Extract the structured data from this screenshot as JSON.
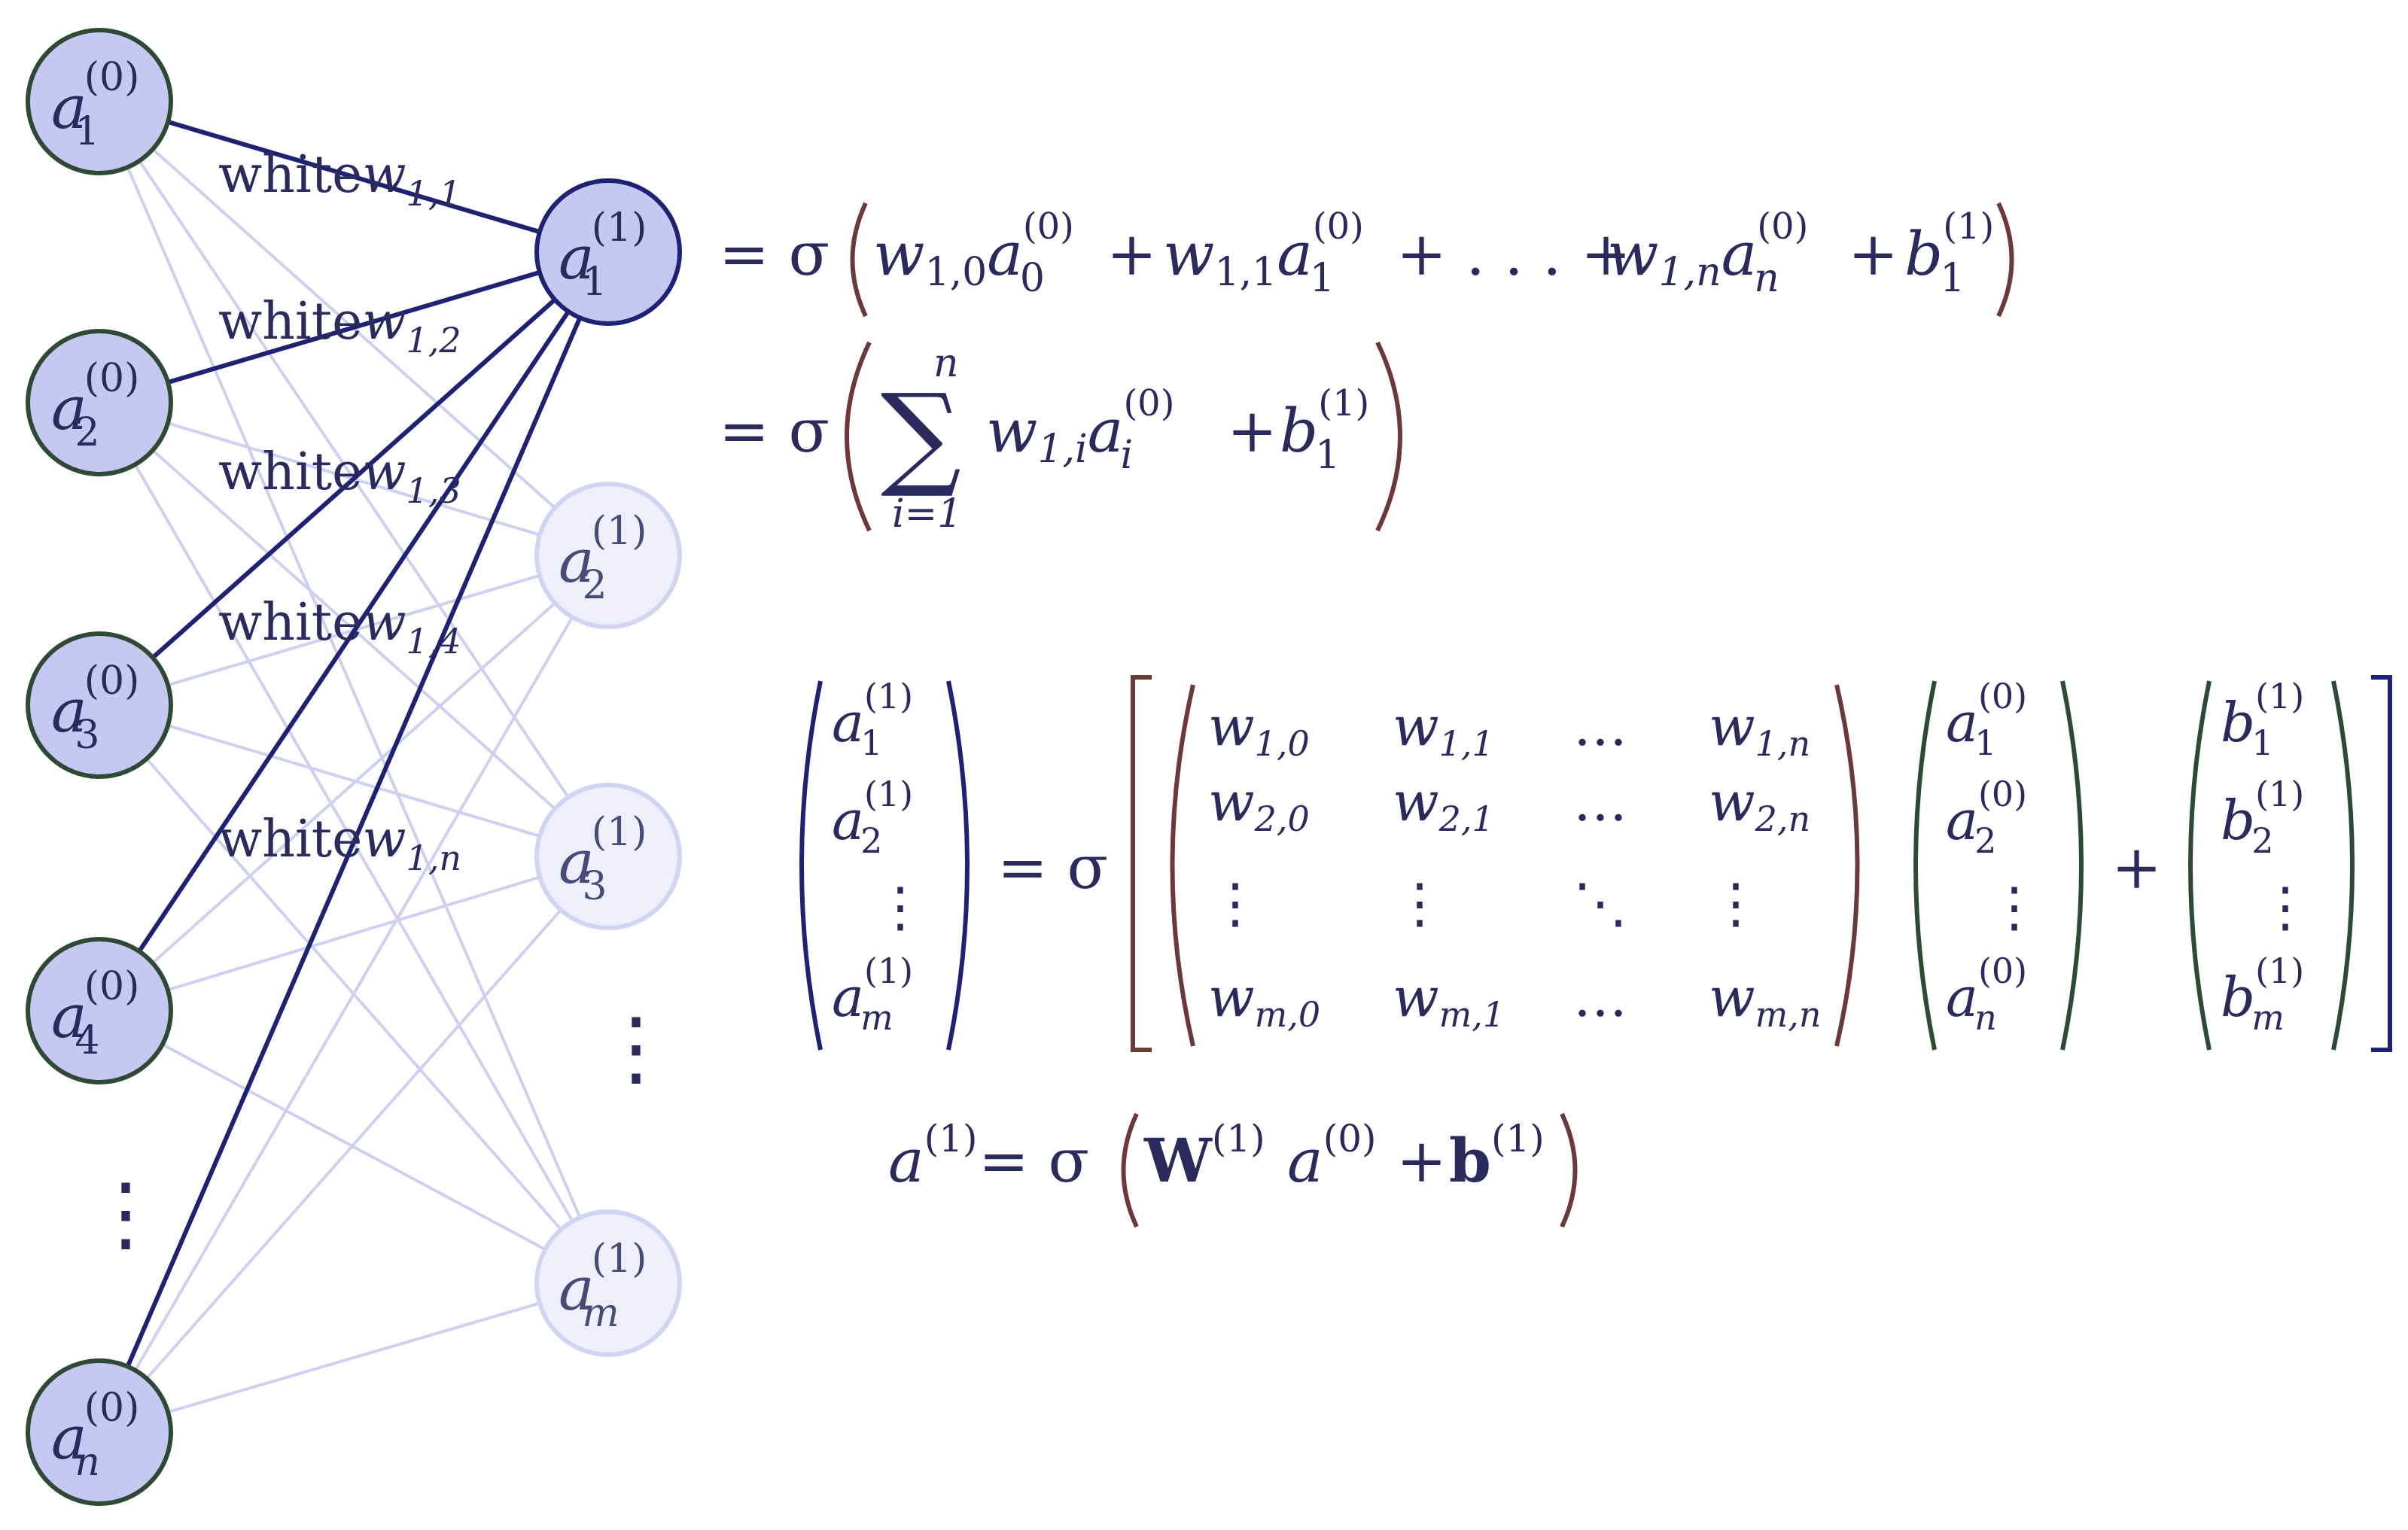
{
  "colors": {
    "active_node_fill": "#c5c8f0",
    "active_node_stroke": "#2f4a34",
    "inactive_node_fill": "#eeeffb",
    "inactive_node_stroke": "#d2d5f2",
    "active_edge": "#1e2272",
    "inactive_edge": "#cdd0ef",
    "text": "#2a2a5c",
    "bracket": "#6b3a38"
  },
  "input_layer": [
    {
      "base": "a",
      "sub": "1",
      "sup": "(0)"
    },
    {
      "base": "a",
      "sub": "2",
      "sup": "(0)"
    },
    {
      "base": "a",
      "sub": "3",
      "sup": "(0)"
    },
    {
      "base": "a",
      "sub": "4",
      "sup": "(0)"
    },
    {
      "base": "a",
      "sub": "n",
      "sup": "(0)"
    }
  ],
  "hidden_layer": [
    {
      "base": "a",
      "sub": "1",
      "sup": "(1)"
    },
    {
      "base": "a",
      "sub": "2",
      "sup": "(1)"
    },
    {
      "base": "a",
      "sub": "3",
      "sup": "(1)"
    },
    {
      "base": "a",
      "sub": "m",
      "sup": "(1)"
    }
  ],
  "input_ellipsis": "⋮",
  "hidden_ellipsis": "⋮",
  "edge_labels": [
    {
      "prefix": "white",
      "w": "w",
      "sub": "1,1"
    },
    {
      "prefix": "white",
      "w": "w",
      "sub": "1,2"
    },
    {
      "prefix": "white",
      "w": "w",
      "sub": "1,3"
    },
    {
      "prefix": "white",
      "w": "w",
      "sub": "1,4"
    },
    {
      "prefix": "white",
      "w": "w",
      "sub": "1,n"
    }
  ],
  "equations": {
    "eq1": {
      "equals": "= σ",
      "t1": {
        "w": "w",
        "wsub": "1,0",
        "a": "a",
        "asub": "0",
        "asup": "(0)"
      },
      "plus": "+",
      "t2": {
        "w": "w",
        "wsub": "1,1",
        "a": "a",
        "asub": "1",
        "asup": "(0)"
      },
      "dots": "+ . . . +",
      "t3": {
        "w": "w",
        "wsub": "1,n",
        "a": "a",
        "asub": "n",
        "asup": "(0)"
      },
      "bias": {
        "b": "b",
        "bsub": "1",
        "bsup": "(1)"
      }
    },
    "eq2": {
      "equals": "= σ",
      "sum": "∑",
      "sum_top": "n",
      "sum_bottom": "i=1",
      "term": {
        "w": "w",
        "wsub": "1,i",
        "a": "a",
        "asub": "i",
        "asup": "(0)"
      },
      "plus": "+",
      "bias": {
        "b": "b",
        "bsub": "1",
        "bsup": "(1)"
      }
    },
    "matrix_eq": {
      "lhs": [
        {
          "base": "a",
          "sub": "1",
          "sup": "(1)"
        },
        {
          "base": "a",
          "sub": "2",
          "sup": "(1)"
        },
        {
          "base": "⋮",
          "sub": "",
          "sup": ""
        },
        {
          "base": "a",
          "sub": "m",
          "sup": "(1)"
        }
      ],
      "equals": "= σ",
      "weights": [
        [
          {
            "base": "w",
            "sub": "1,0"
          },
          {
            "base": "w",
            "sub": "1,1"
          },
          {
            "base": "…",
            "sub": ""
          },
          {
            "base": "w",
            "sub": "1,n"
          }
        ],
        [
          {
            "base": "w",
            "sub": "2,0"
          },
          {
            "base": "w",
            "sub": "2,1"
          },
          {
            "base": "…",
            "sub": ""
          },
          {
            "base": "w",
            "sub": "2,n"
          }
        ],
        [
          {
            "base": "⋮",
            "sub": ""
          },
          {
            "base": "⋮",
            "sub": ""
          },
          {
            "base": "⋱",
            "sub": ""
          },
          {
            "base": "⋮",
            "sub": ""
          }
        ],
        [
          {
            "base": "w",
            "sub": "m,0"
          },
          {
            "base": "w",
            "sub": "m,1"
          },
          {
            "base": "…",
            "sub": ""
          },
          {
            "base": "w",
            "sub": "m,n"
          }
        ]
      ],
      "input_vec": [
        {
          "base": "a",
          "sub": "1",
          "sup": "(0)"
        },
        {
          "base": "a",
          "sub": "2",
          "sup": "(0)"
        },
        {
          "base": "⋮",
          "sub": "",
          "sup": ""
        },
        {
          "base": "a",
          "sub": "n",
          "sup": "(0)"
        }
      ],
      "plus": "+",
      "bias_vec": [
        {
          "base": "b",
          "sub": "1",
          "sup": "(1)"
        },
        {
          "base": "b",
          "sub": "2",
          "sup": "(1)"
        },
        {
          "base": "⋮",
          "sub": "",
          "sup": ""
        },
        {
          "base": "b",
          "sub": "m",
          "sup": "(1)"
        }
      ]
    },
    "compact": {
      "lhs": {
        "base": "a",
        "sup": "(1)"
      },
      "equals": "= σ",
      "W": {
        "base": "W",
        "sup": "(1)"
      },
      "a": {
        "base": "a",
        "sup": "(0)"
      },
      "plus": "+",
      "b": {
        "base": "b",
        "sup": "(1)"
      }
    }
  }
}
